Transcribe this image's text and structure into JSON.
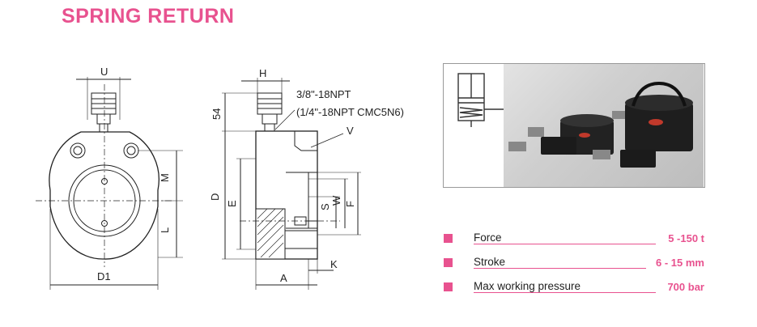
{
  "title": "SPRING RETURN",
  "drawing": {
    "dims": {
      "U": "U",
      "H": "H",
      "M": "M",
      "L": "L",
      "D1": "D1",
      "d54": "54",
      "D": "D",
      "E": "E",
      "S": "S",
      "W": "W",
      "F": "F",
      "V": "V",
      "K": "K",
      "A": "A"
    },
    "port_note_1": "3/8\"-18NPT",
    "port_note_2": "(1/4\"-18NPT  CMC5N6)"
  },
  "specs": [
    {
      "label": "Force",
      "value": "5 -150 t"
    },
    {
      "label": "Stroke",
      "value": "6 - 15 mm"
    },
    {
      "label": "Max working pressure",
      "value": "700 bar"
    }
  ],
  "colors": {
    "accent": "#e8528f"
  }
}
